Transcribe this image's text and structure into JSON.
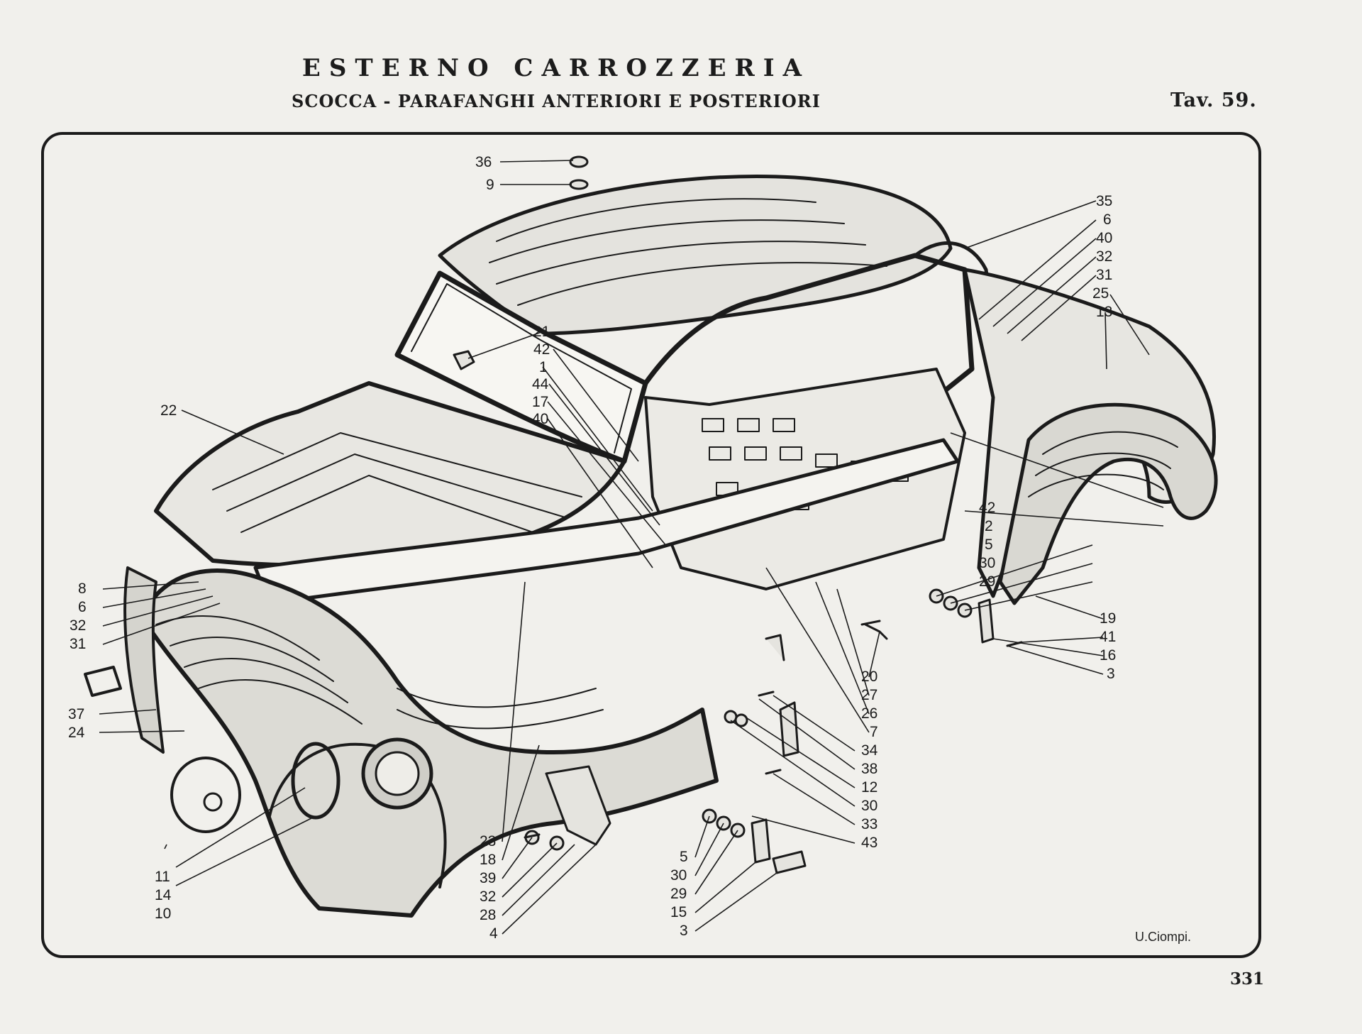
{
  "header": {
    "title": "ESTERNO CARROZZERIA",
    "subtitle": "SCOCCA - PARAFANGHI ANTERIORI E POSTERIORI",
    "plate": "Tav. 59."
  },
  "page_number": "331",
  "signature": "U.Ciompi.",
  "callouts": {
    "top": [
      "36",
      "9"
    ],
    "top_right": [
      "35",
      "6",
      "40",
      "32",
      "31",
      "25",
      "13"
    ],
    "roof_center": [
      "21",
      "42",
      "1",
      "44",
      "17",
      "40"
    ],
    "left_upper": [
      "22"
    ],
    "left_front": [
      "8",
      "6",
      "32",
      "31"
    ],
    "left_lower": [
      "37",
      "24"
    ],
    "right_side": [
      "42",
      "2",
      "5",
      "30",
      "29"
    ],
    "right_rear": [
      "19",
      "41",
      "16",
      "3"
    ],
    "right_middle": [
      "20",
      "27",
      "26",
      "7"
    ],
    "center_lower": [
      "34",
      "38",
      "12",
      "30",
      "33",
      "43"
    ],
    "bottom_left": [
      "11",
      "14",
      "10"
    ],
    "bottom_center_left": [
      "23",
      "18",
      "39",
      "32",
      "28",
      "4"
    ],
    "bottom_center": [
      "5",
      "30",
      "29",
      "15",
      "3"
    ]
  }
}
